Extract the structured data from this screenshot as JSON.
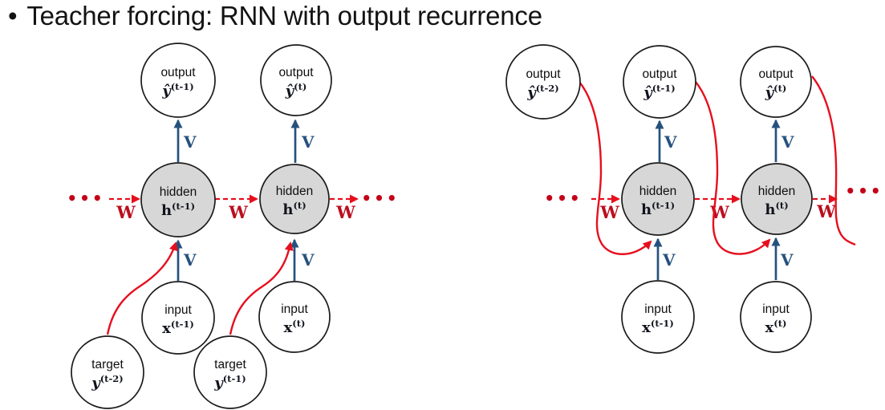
{
  "title": {
    "bullet": "•",
    "text": "Teacher forcing: RNN with output recurrence"
  },
  "labels": {
    "w": "W",
    "v": "V",
    "ellipsis": "•••"
  },
  "colors": {
    "arrow_red": "#e60f1e",
    "weight_w_red": "#bb0e1e",
    "arrow_blue": "#26517e",
    "hidden_fill": "#d7d7d7",
    "node_stroke": "#1b1b1b",
    "text": "#0f0f0f"
  },
  "left_diagram": {
    "nodes": [
      {
        "word": "output",
        "sym": "ŷ",
        "sup": "(t-1)"
      },
      {
        "word": "output",
        "sym": "ŷ",
        "sup": "(t)"
      },
      {
        "word": "hidden",
        "sym": "h",
        "sup": "(t-1)"
      },
      {
        "word": "hidden",
        "sym": "h",
        "sup": "(t)"
      },
      {
        "word": "input",
        "sym": "x",
        "sup": "(t-1)"
      },
      {
        "word": "input",
        "sym": "x",
        "sup": "(t)"
      },
      {
        "word": "target",
        "sym": "y",
        "sup": "(t-2)"
      },
      {
        "word": "target",
        "sym": "y",
        "sup": "(t-1)"
      }
    ]
  },
  "right_diagram": {
    "nodes": [
      {
        "word": "output",
        "sym": "ŷ",
        "sup": "(t-2)"
      },
      {
        "word": "output",
        "sym": "ŷ",
        "sup": "(t-1)"
      },
      {
        "word": "output",
        "sym": "ŷ",
        "sup": "(t)"
      },
      {
        "word": "hidden",
        "sym": "h",
        "sup": "(t-1)"
      },
      {
        "word": "hidden",
        "sym": "h",
        "sup": "(t)"
      },
      {
        "word": "input",
        "sym": "x",
        "sup": "(t-1)"
      },
      {
        "word": "input",
        "sym": "x",
        "sup": "(t)"
      }
    ]
  }
}
